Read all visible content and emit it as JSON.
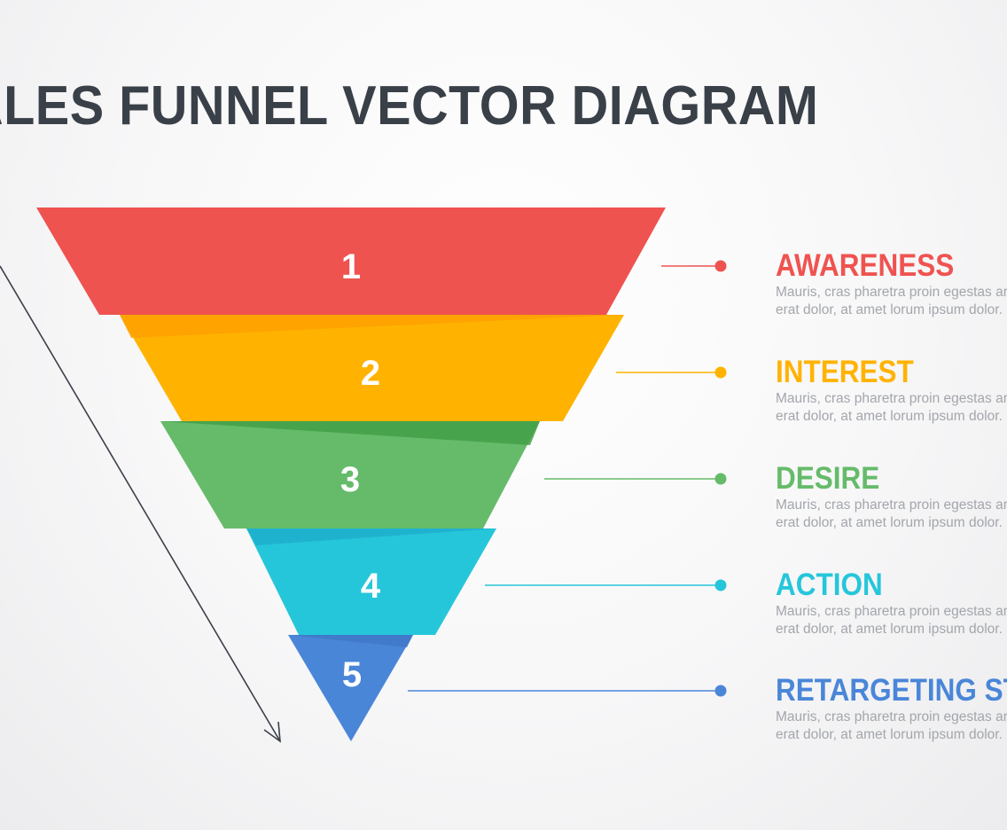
{
  "title": "ALES FUNNEL VECTOR DIAGRAM",
  "stages": [
    {
      "number": "1",
      "name": "AWARENESS",
      "desc_line1": "Mauris, cras pharetra proin egestas arcu",
      "desc_line2": "erat dolor, at amet lorum ipsum dolor.",
      "color": "#ef5350",
      "shade": "#ffa000"
    },
    {
      "number": "2",
      "name": "INTEREST",
      "desc_line1": "Mauris, cras pharetra proin egestas arcu",
      "desc_line2": "erat dolor, at amet lorum ipsum dolor.",
      "color": "#ffb300",
      "shade": "#43a047"
    },
    {
      "number": "3",
      "name": "DESIRE",
      "desc_line1": "Mauris, cras pharetra proin egestas arcu",
      "desc_line2": "erat dolor, at amet lorum ipsum dolor.",
      "color": "#66bb6a",
      "shade": "#1eaecb"
    },
    {
      "number": "4",
      "name": "ACTION",
      "desc_line1": "Mauris, cras pharetra proin egestas arcu",
      "desc_line2": "erat dolor, at amet lorum ipsum dolor.",
      "color": "#26c6da",
      "shade": "#3f78c8"
    },
    {
      "number": "5",
      "name": "RETARGETING ST",
      "desc_line1": "Mauris, cras pharetra proin egestas arcu",
      "desc_line2": "erat dolor, at amet lorum ipsum dolor.",
      "color": "#4a86d8",
      "shade": ""
    }
  ],
  "arrow_color": "#3a4048"
}
